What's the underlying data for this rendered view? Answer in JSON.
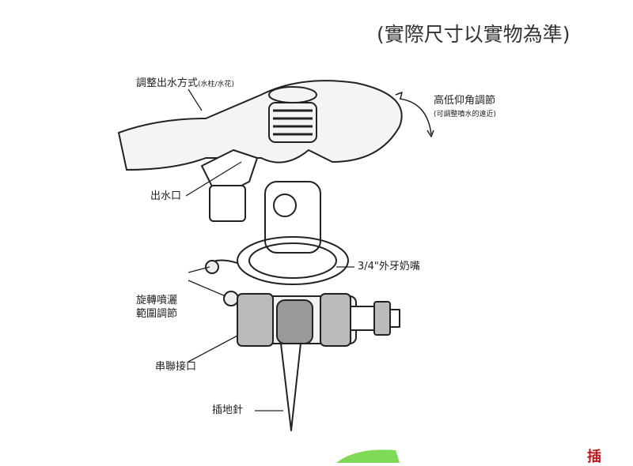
{
  "note": "(實際尺寸以實物為準)",
  "labels": {
    "adjust_mode": "調整出水方式",
    "adjust_mode_sub": "(水柱/水花)",
    "angle": "高低仰角調節",
    "angle_sub": "(可調整噴水的遠近)",
    "outlet": "出水口",
    "thread": "3/4\"外牙奶嘴",
    "range_1": "旋轉噴灑",
    "range_2": "範圍調節",
    "serial": "串聯接口",
    "spike": "插地針"
  },
  "corner_text": "插",
  "colors": {
    "accent_red": "#c0141c",
    "green": "#7ed957"
  }
}
